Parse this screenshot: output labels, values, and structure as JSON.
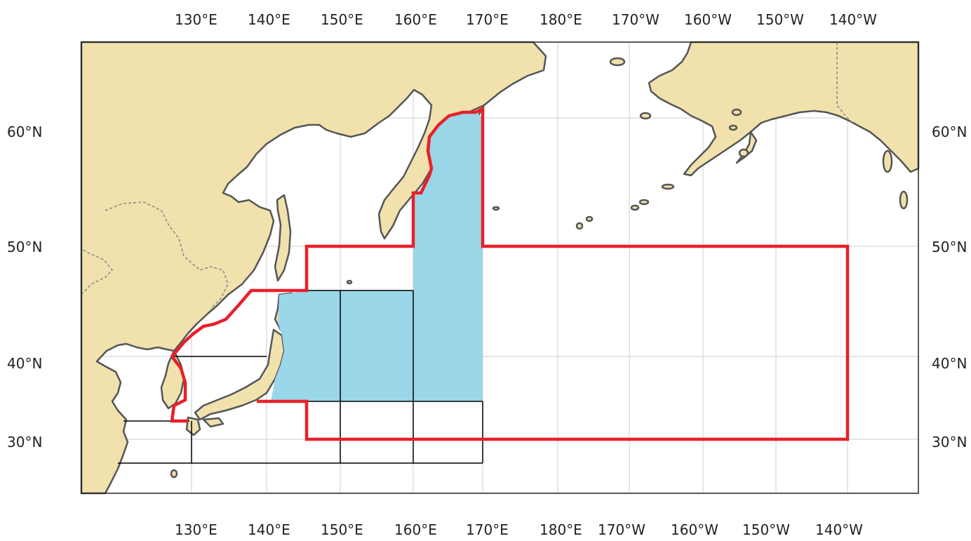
{
  "map": {
    "top_lon_labels": [
      "130°E",
      "140°E",
      "150°E",
      "160°E",
      "170°E",
      "180°E",
      "170°W",
      "160°W",
      "150°W",
      "140°W"
    ],
    "bottom_lon_labels": [
      "130°E",
      "140°E",
      "150°E",
      "160°E",
      "170°E",
      "180°E",
      "170°W",
      "160°W",
      "150°W",
      "140°W"
    ],
    "left_lat_labels": [
      "60°N",
      "50°N",
      "40°N",
      "30°N"
    ],
    "right_lat_labels": [
      "60°N",
      "50°N",
      "40°N",
      "30°N"
    ],
    "colors": {
      "land": "#f0e1ad",
      "ocean": "#ffffff",
      "coast": "#555555",
      "grid": "#dddddd",
      "highlight_area": "#9ad7e8",
      "boundary_red": "#e8202a",
      "subgrid_black": "#000000"
    }
  }
}
